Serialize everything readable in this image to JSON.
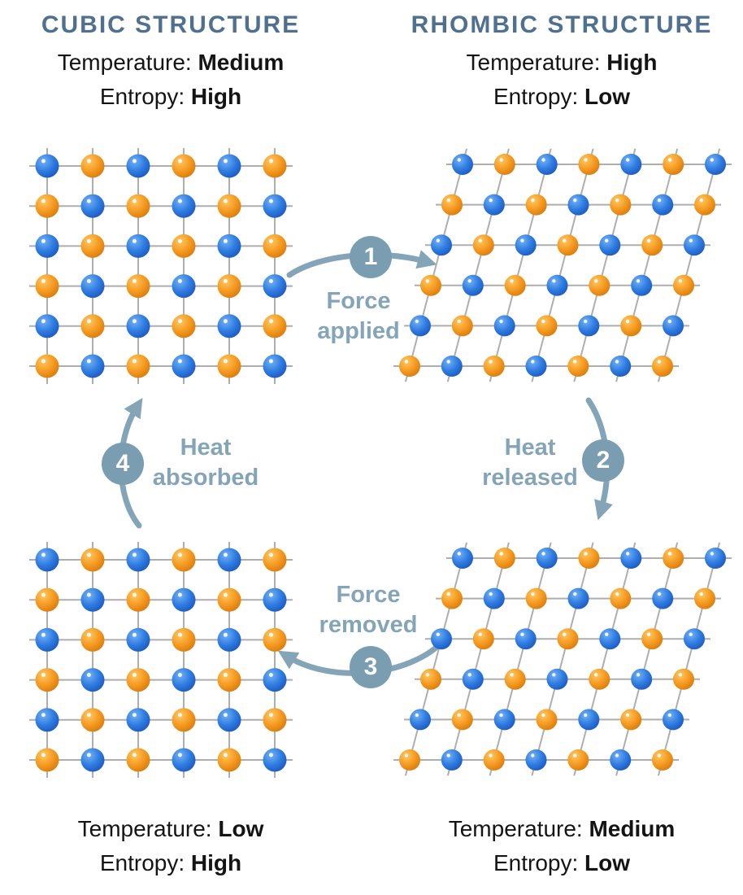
{
  "palette": {
    "background": "#ffffff",
    "title_color": "#50708f",
    "arrow_color": "#84a4b8",
    "circle_fill": "#7b9db2",
    "label_color": "#84a4b8",
    "text_color": "#141414",
    "sphere_blue": "#2d7be2",
    "sphere_blue_light": "#74b1f2",
    "sphere_blue_dark": "#1c55b8",
    "sphere_orange": "#f5991f",
    "sphere_orange_light": "#ffc863",
    "sphere_orange_dark": "#d4780b",
    "grid_line": "#aeaeae"
  },
  "labels": {
    "temperature": "Temperature:",
    "entropy": "Entropy:"
  },
  "states": {
    "top_left": {
      "title": "CUBIC STRUCTURE",
      "temperature": "Medium",
      "entropy": "High"
    },
    "top_right": {
      "title": "RHOMBIC STRUCTURE",
      "temperature": "High",
      "entropy": "Low"
    },
    "bottom_left": {
      "temperature": "Low",
      "entropy": "High"
    },
    "bottom_right": {
      "temperature": "Medium",
      "entropy": "Low"
    }
  },
  "transitions": [
    {
      "number": "1",
      "lines": [
        "Force",
        "applied"
      ]
    },
    {
      "number": "2",
      "lines": [
        "Heat",
        "released"
      ]
    },
    {
      "number": "3",
      "lines": [
        "Force",
        "removed"
      ]
    },
    {
      "number": "4",
      "lines": [
        "Heat",
        "absorbed"
      ]
    }
  ],
  "lattices": {
    "top_left": {
      "type": "cubic",
      "rows": 6,
      "cols": 6,
      "pattern": "checkerboard",
      "first_color": "blue"
    },
    "top_right": {
      "type": "rhombic",
      "rows": 6,
      "cols": 7,
      "pattern": "checkerboard",
      "first_color": "blue"
    },
    "bottom_left": {
      "type": "cubic",
      "rows": 6,
      "cols": 6,
      "pattern": "checkerboard",
      "first_color": "blue"
    },
    "bottom_right": {
      "type": "rhombic",
      "rows": 6,
      "cols": 7,
      "pattern": "checkerboard",
      "first_color": "blue"
    }
  }
}
